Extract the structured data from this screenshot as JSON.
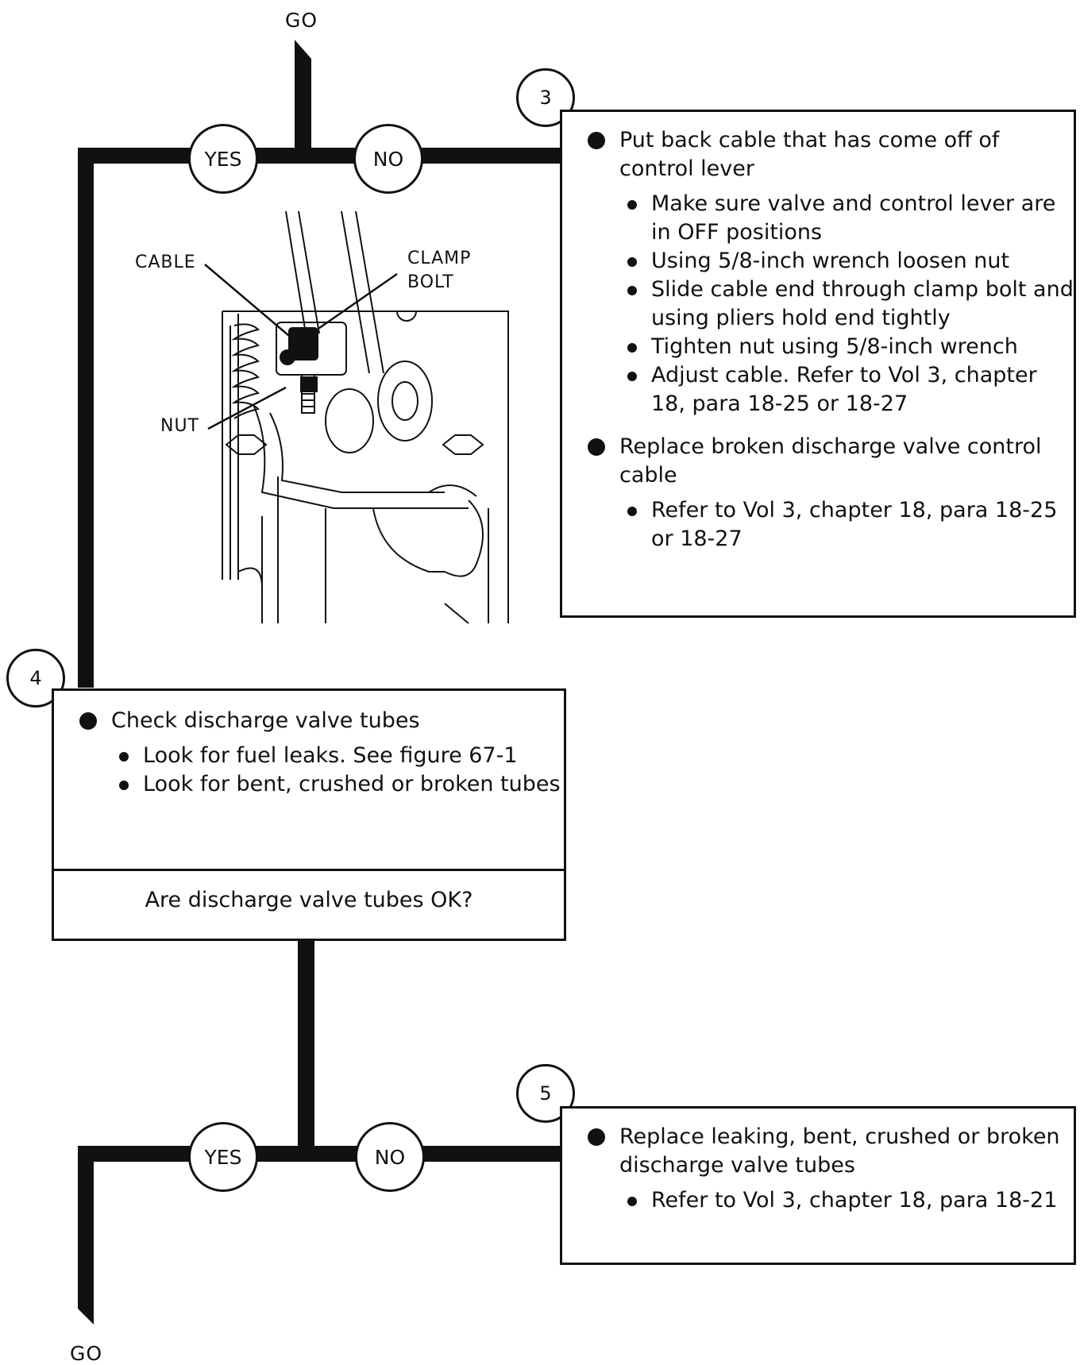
{
  "top_label": "GO",
  "bottom_label": "GO",
  "decision_1": {
    "yes": "YES",
    "no": "NO"
  },
  "decision_2": {
    "yes": "YES",
    "no": "NO"
  },
  "step3": {
    "number": "3",
    "items": [
      {
        "level": 1,
        "text": "Put back cable that has come off of control lever"
      },
      {
        "level": 2,
        "text": "Make sure valve and control lever are in OFF positions"
      },
      {
        "level": 2,
        "text": "Using 5/8-inch wrench loosen nut"
      },
      {
        "level": 2,
        "text": "Slide cable end through clamp bolt and using pliers hold end tightly"
      },
      {
        "level": 2,
        "text": "Tighten nut using 5/8-inch wrench"
      },
      {
        "level": 2,
        "text": "Adjust cable.  Refer to Vol 3, chapter 18, para 18-25 or 18-27"
      },
      {
        "level": 1,
        "text": "Replace broken discharge valve control cable"
      },
      {
        "level": 2,
        "text": "Refer to Vol 3, chapter 18, para 18-25 or 18-27"
      }
    ]
  },
  "illustration": {
    "callouts": {
      "cable": "CABLE",
      "clamp_bolt": "CLAMP BOLT",
      "nut": "NUT"
    }
  },
  "step4": {
    "number": "4",
    "items": [
      {
        "level": 1,
        "text": "Check discharge valve tubes"
      },
      {
        "level": 2,
        "text": "Look for fuel leaks.  See figure 67-1"
      },
      {
        "level": 2,
        "text": "Look for bent, crushed or broken tubes"
      }
    ],
    "question": "Are discharge valve tubes OK?"
  },
  "step5": {
    "number": "5",
    "items": [
      {
        "level": 1,
        "text": "Replace leaking, bent, crushed or broken discharge valve tubes"
      },
      {
        "level": 2,
        "text": "Refer to Vol 3, chapter 18, para 18-21"
      }
    ]
  }
}
